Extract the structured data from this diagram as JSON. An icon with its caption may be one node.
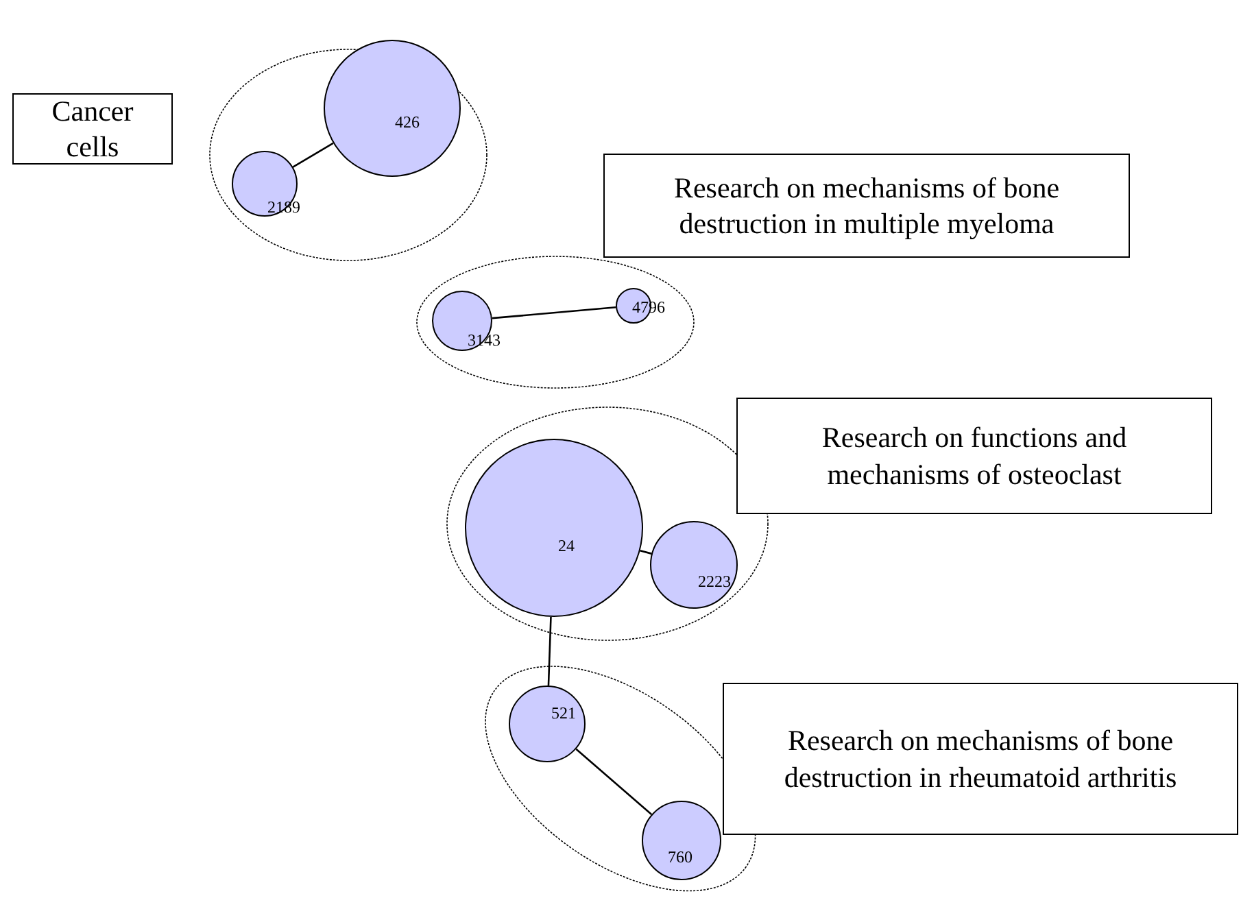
{
  "diagram": {
    "nodes": [
      {
        "text": [
          "Cancer cells"
        ]
      },
      {
        "text": [],
        "shape": "ellipse"
      },
      {
        "text": [
          "426"
        ],
        "in": 1
      },
      {
        "text": [
          "2189"
        ],
        "in": 1
      },
      {
        "text": [
          "Research on mechanisms of bone destruction in multiple myeloma"
        ]
      },
      {
        "text": [],
        "shape": "ellipse"
      },
      {
        "text": [
          "3143"
        ],
        "in": 5
      },
      {
        "text": [
          "4796"
        ],
        "in": 5
      },
      {
        "text": [
          "Research on functions and mechanisms of osteoclast"
        ]
      },
      {
        "text": [],
        "shape": "ellipse"
      },
      {
        "text": [
          "24"
        ],
        "in": 9
      },
      {
        "text": [
          "2223"
        ],
        "in": 9
      },
      {
        "text": [
          "Research on mechanisms of bone destruction in rheumatoid arthritis"
        ]
      },
      {
        "text": [],
        "shape": "ellipse"
      },
      {
        "text": [
          "521"
        ],
        "in": 13
      },
      {
        "text": [
          "760"
        ],
        "in": 13
      }
    ],
    "edges": [
      {
        "from": 2,
        "to": 3,
        "arrow": "none"
      },
      {
        "from": 6,
        "to": 7,
        "arrow": "none"
      },
      {
        "from": 10,
        "to": 11,
        "arrow": "none"
      },
      {
        "from": 10,
        "to": 14,
        "arrow": "none"
      },
      {
        "from": 14,
        "to": 15,
        "arrow": "none"
      }
    ]
  }
}
